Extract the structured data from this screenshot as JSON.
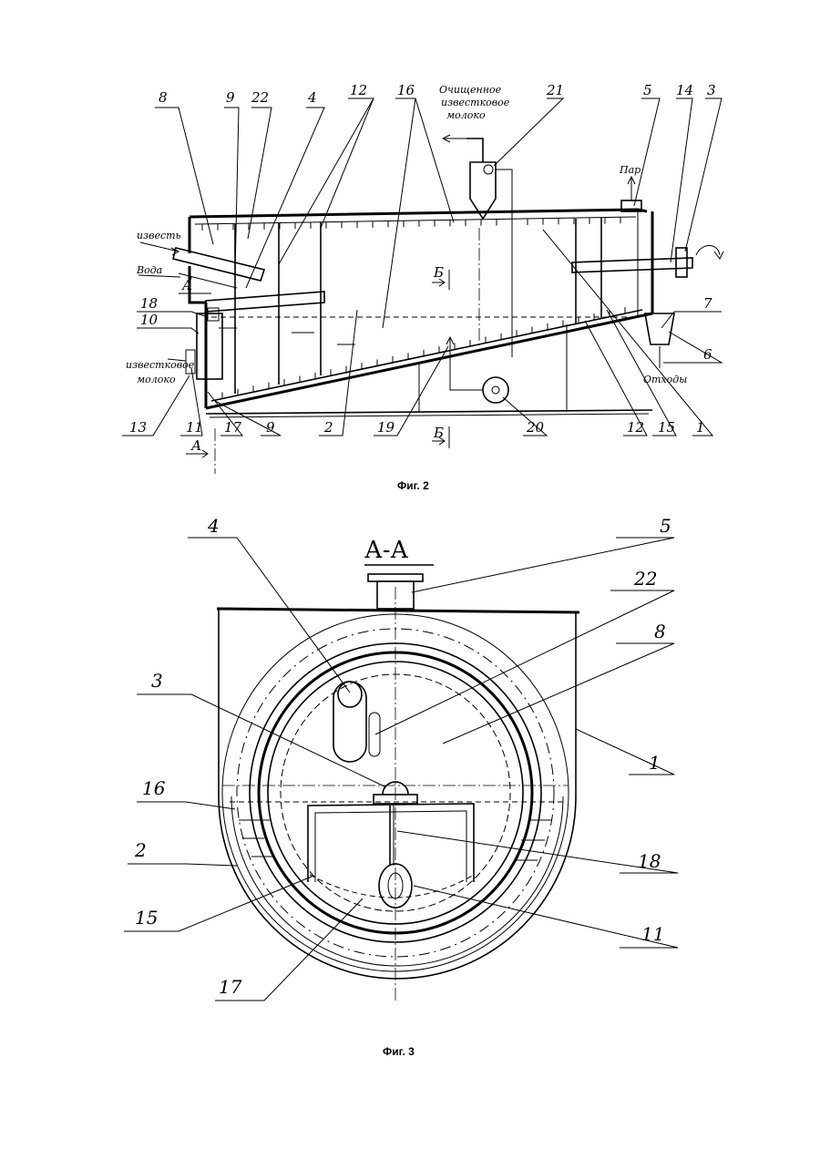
{
  "figures": [
    {
      "caption": "Фиг. 2",
      "annotations": {
        "purified": "Очищенное",
        "lime": "известковое",
        "milk": "молоко",
        "steam": "Пар",
        "quicklime": "известь",
        "water": "Вода",
        "limemilk_a": "известковое",
        "limemilk_b": "молоко",
        "waste": "Отходы"
      },
      "section_marks": {
        "a": "А",
        "a2": "А",
        "b": "Б",
        "b2": "Б"
      },
      "labels": {
        "n8": "8",
        "n9": "9",
        "n22": "22",
        "n4": "4",
        "n12": "12",
        "n16": "16",
        "n21": "21",
        "n5": "5",
        "n14": "14",
        "n3": "3",
        "n18": "18",
        "n10": "10",
        "n7": "7",
        "n6": "6",
        "n13": "13",
        "n11": "11",
        "n17": "17",
        "n9b": "9",
        "n2": "2",
        "n19": "19",
        "n20": "20",
        "n12b": "12",
        "n15": "15",
        "n1": "1"
      }
    },
    {
      "caption": "Фиг. 3",
      "section_title": "А-А",
      "labels": {
        "n4": "4",
        "n5": "5",
        "n22": "22",
        "n8": "8",
        "n3": "3",
        "n1": "1",
        "n16": "16",
        "n18": "18",
        "n2": "2",
        "n15": "15",
        "n11": "11",
        "n17": "17"
      }
    }
  ]
}
